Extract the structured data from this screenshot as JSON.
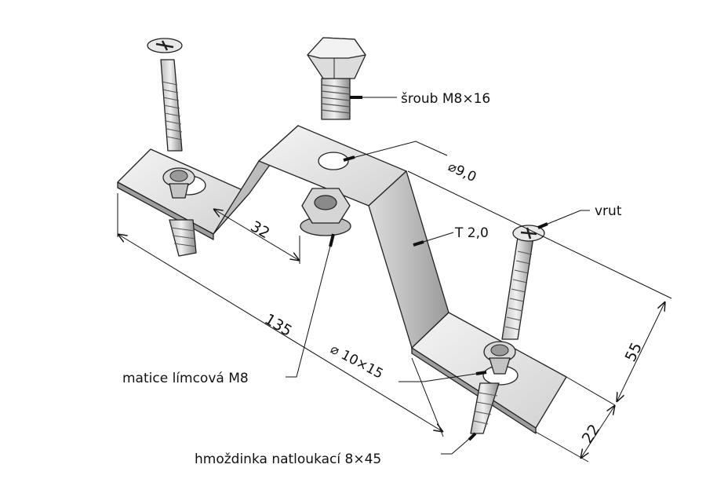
{
  "labels": {
    "screw": "šroub M8×16",
    "hole_diameter": "⌀9,0",
    "thickness": "T 2,0",
    "wood_screw": "vrut",
    "nut": "matice límcová M8",
    "slot": "⌀ 10×15",
    "anchor": "hmoždinka natloukací 8×45"
  },
  "dimensions": {
    "offset": "32",
    "length": "135",
    "height": "55",
    "width": "22"
  },
  "colors": {
    "metal_light": "#ececec",
    "metal_mid": "#c9c9c9",
    "metal_dark": "#8e8e8e",
    "line": "#111111"
  }
}
